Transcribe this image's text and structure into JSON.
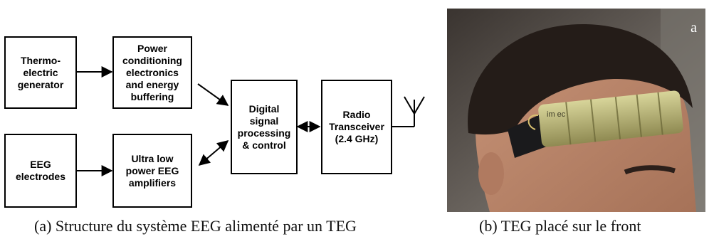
{
  "figure_a": {
    "caption": "(a)  Structure du système EEG alimenté par un TEG",
    "blocks": {
      "teg": "Thermo-\nelectric\ngenerator",
      "power": "Power\nconditioning\nelectronics\nand energy\nbuffering",
      "eeg_electrodes": "EEG\nelectrodes",
      "amplifiers": "Ultra low\npower EEG\namplifiers",
      "dsp": "Digital\nsignal\nprocessing\n& control",
      "radio": "Radio\nTransceiver\n(2.4 GHz)"
    }
  },
  "figure_b": {
    "caption": "(b)  TEG placé sur le front",
    "label": "a",
    "headband_logo": "im   ec"
  }
}
